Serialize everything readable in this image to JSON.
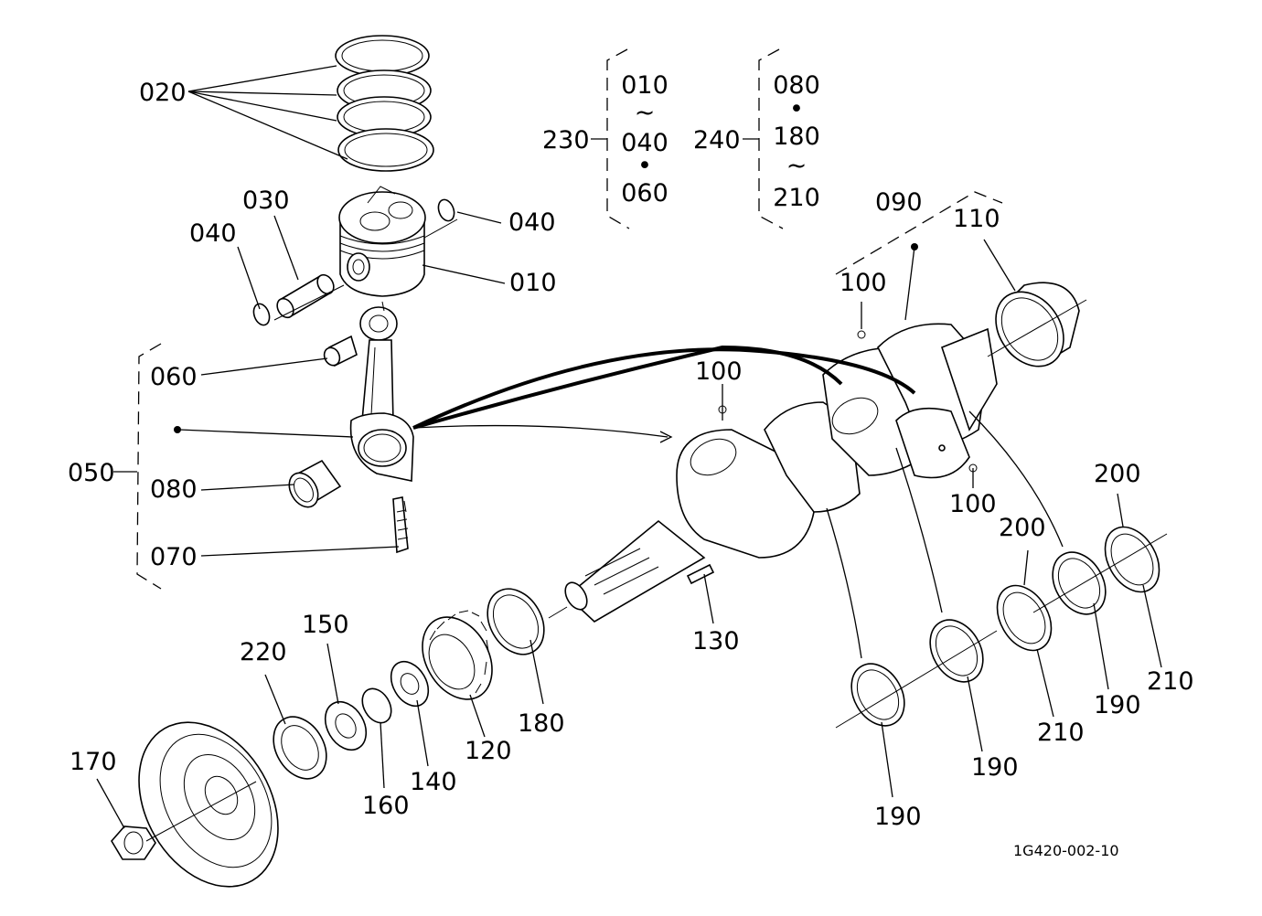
{
  "labels": {
    "p010": "010",
    "p020": "020",
    "p030": "030",
    "p040a": "040",
    "p040b": "040",
    "p050": "050",
    "p060": "060",
    "p070": "070",
    "p080": "080",
    "p090": "090",
    "p100a": "100",
    "p100b": "100",
    "p100c": "100",
    "p110": "110",
    "p120": "120",
    "p130": "130",
    "p140": "140",
    "p150": "150",
    "p160": "160",
    "p170": "170",
    "p180": "180",
    "p190a": "190",
    "p190b": "190",
    "p190c": "190",
    "p200a": "200",
    "p200b": "200",
    "p210a": "210",
    "p210b": "210",
    "p220": "220",
    "p230": "230",
    "p240": "240"
  },
  "groups": {
    "g230": {
      "top": "010",
      "tilde": "~",
      "middle": "040",
      "dot": "•",
      "bottom": "060"
    },
    "g240": {
      "top": "080",
      "dot": "•",
      "middle": "180",
      "tilde": "~",
      "bottom": "210"
    }
  },
  "figure_code": "1G420-002-10"
}
